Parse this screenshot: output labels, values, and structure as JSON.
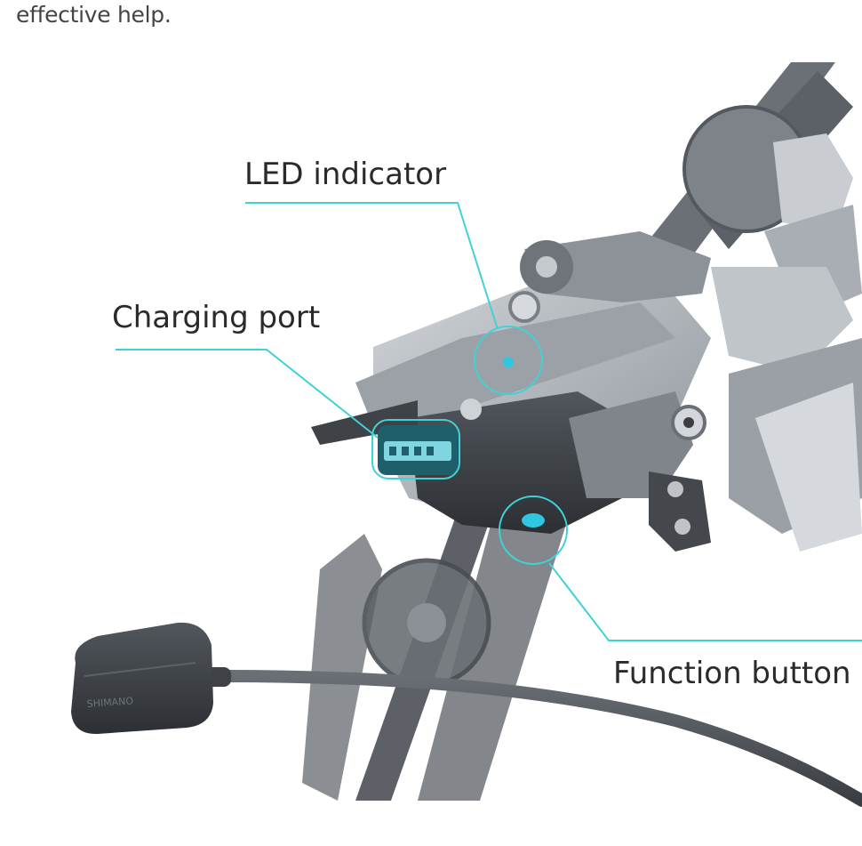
{
  "intro": {
    "text": "effective help."
  },
  "callouts": {
    "led_indicator": "LED indicator",
    "charging_port": "Charging port",
    "function_button": "Function button"
  },
  "cable_connector": {
    "brand_text": "SHIMANO"
  },
  "colors": {
    "callout_line": "#3fd2d6",
    "highlight": "#2ec6e0",
    "device_dark": "#3b3f44",
    "device_light": "#b7bcc2"
  }
}
